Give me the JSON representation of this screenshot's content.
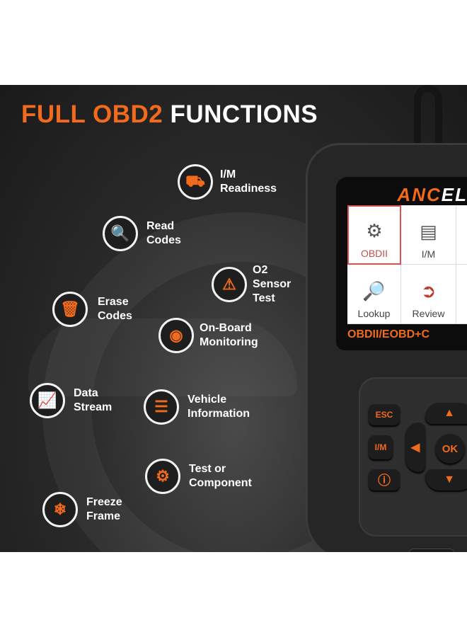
{
  "title": {
    "highlight": "FULL OBD2",
    "rest": "FUNCTIONS"
  },
  "features": [
    {
      "label": "I/M Readiness",
      "icon": "car-check-icon",
      "glyph": "⛟"
    },
    {
      "label": "Read Codes",
      "icon": "car-search-icon",
      "glyph": "🔍"
    },
    {
      "label": "O2 Sensor Test",
      "icon": "sensor-warning-icon",
      "glyph": "⚠"
    },
    {
      "label": "Erase Codes",
      "icon": "car-erase-icon",
      "glyph": "🗑"
    },
    {
      "label": "On-Board Monitoring",
      "icon": "webcam-monitor-icon",
      "glyph": "◉"
    },
    {
      "label": "Data Stream",
      "icon": "chart-trend-icon",
      "glyph": "📈"
    },
    {
      "label": "Vehicle Information",
      "icon": "car-info-icon",
      "glyph": "☰"
    },
    {
      "label": "Test or Component",
      "icon": "component-test-icon",
      "glyph": "⚙"
    },
    {
      "label": "Freeze Frame",
      "icon": "car-freeze-icon",
      "glyph": "❄"
    }
  ],
  "device": {
    "logo_a": "ANC",
    "logo_b": "EL",
    "menu": [
      {
        "label": "OBDII",
        "icon": "engine-icon",
        "glyph": "⚙"
      },
      {
        "label": "I/M",
        "icon": "tablet-touch-icon",
        "glyph": "▤"
      },
      {
        "label": "",
        "icon": "",
        "glyph": ""
      },
      {
        "label": "Lookup",
        "icon": "dtc-lookup-icon",
        "glyph": "🔎"
      },
      {
        "label": "Review",
        "icon": "review-icon",
        "glyph": "➲"
      },
      {
        "label": "",
        "icon": "",
        "glyph": ""
      }
    ],
    "footer": "OBDII/EOBD+C",
    "keys": {
      "esc": "ESC",
      "im": "I/M",
      "info": "ⓘ",
      "ok": "OK",
      "up": "▲",
      "down": "▼",
      "left": "◀"
    }
  }
}
